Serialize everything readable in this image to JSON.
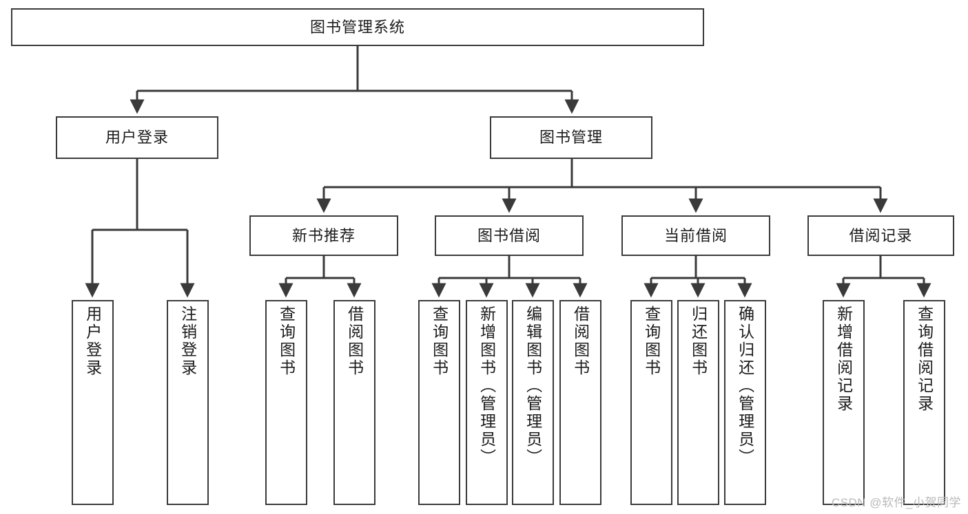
{
  "diagram": {
    "title": "图书管理系统",
    "type": "tree-functional-structure",
    "root": {
      "label": "图书管理系统"
    },
    "level2": [
      {
        "label": "用户登录"
      },
      {
        "label": "图书管理"
      }
    ],
    "level3": [
      {
        "label": "新书推荐"
      },
      {
        "label": "图书借阅"
      },
      {
        "label": "当前借阅"
      },
      {
        "label": "借阅记录"
      }
    ],
    "leaves": {
      "user_login": [
        {
          "label": "用户登录"
        },
        {
          "label": "注销登录"
        }
      ],
      "new_book_recommend": [
        {
          "label": "查询图书"
        },
        {
          "label": "借阅图书"
        }
      ],
      "book_borrow": [
        {
          "label": "查询图书"
        },
        {
          "label": "新增图书（管理员）"
        },
        {
          "label": "编辑图书（管理员）"
        },
        {
          "label": "借阅图书"
        }
      ],
      "current_borrow": [
        {
          "label": "查询图书"
        },
        {
          "label": "归还图书"
        },
        {
          "label": "确认归还（管理员）"
        }
      ],
      "borrow_record": [
        {
          "label": "新增借阅记录"
        },
        {
          "label": "查询借阅记录"
        }
      ]
    }
  },
  "watermark": {
    "text": "CSDN @软件_小贺同学"
  },
  "colors": {
    "stroke": "#3a3a3a",
    "background": "#ffffff",
    "text": "#1b1b1b",
    "watermark": "#b9b9b9"
  }
}
